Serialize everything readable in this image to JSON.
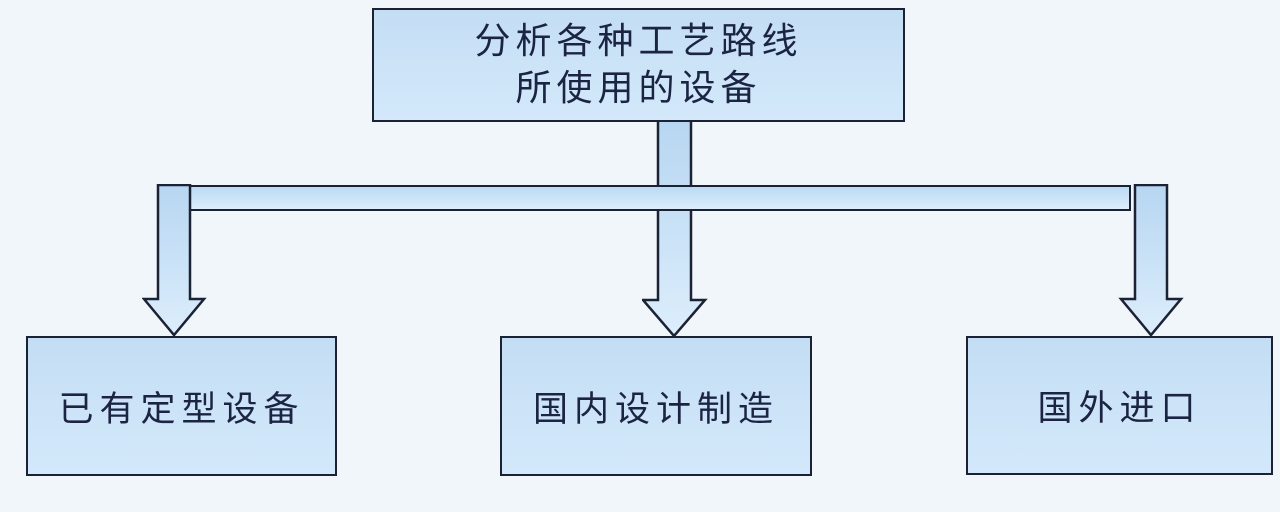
{
  "diagram": {
    "type": "flowchart",
    "direction": "top-down",
    "root": {
      "label": "分析各种工艺路线所使用的设备",
      "line1": "分析各种工艺路线",
      "line2": "所使用的设备"
    },
    "children": [
      {
        "label": "已有定型设备"
      },
      {
        "label": "国内设计制造"
      },
      {
        "label": "国外进口"
      }
    ],
    "connectors": {
      "style": "block-arrows-down",
      "count": 3
    },
    "colors": {
      "background": "#f1f6fb",
      "node_fill": "#cde4f8",
      "node_border": "#1b2233",
      "text": "#1c2444",
      "arrow_fill": "#c6dff6"
    }
  }
}
